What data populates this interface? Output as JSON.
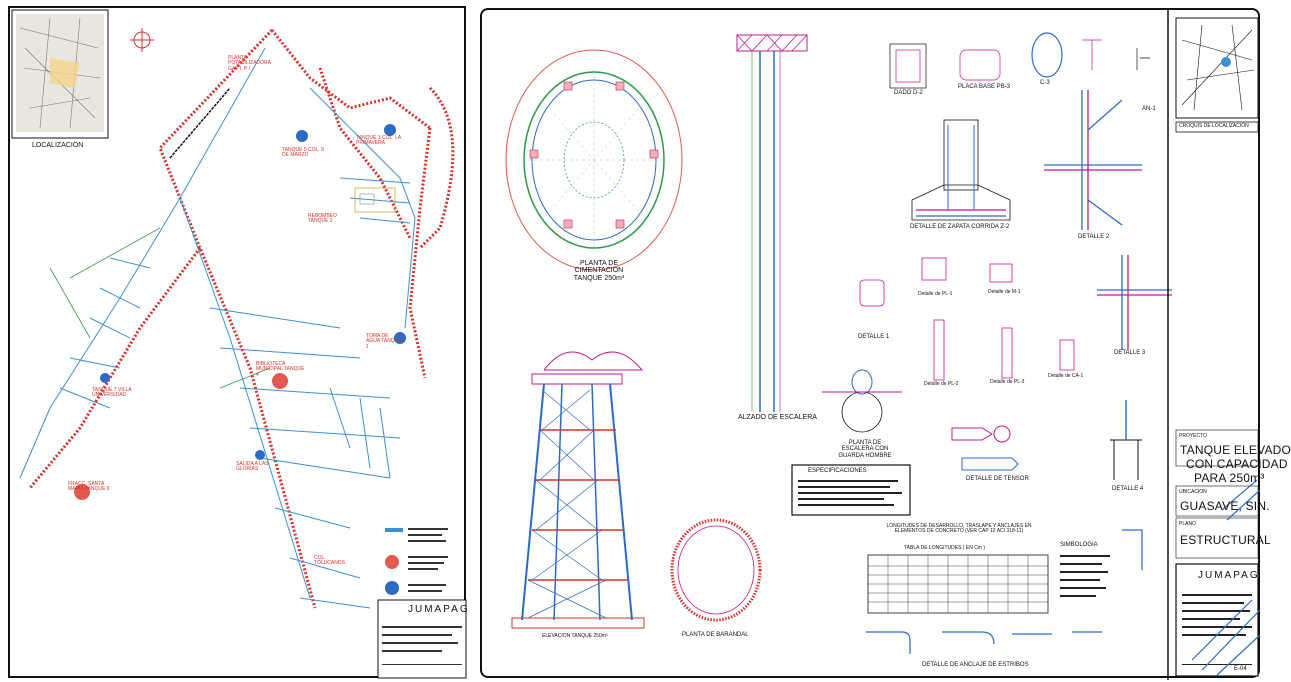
{
  "left_sheet": {
    "location_label": "LOCALIZACION",
    "brand": "JUMAPAG",
    "labels": [
      {
        "id": "planta",
        "text": "PLANTA POTABILIZADORA GAP I, P I"
      },
      {
        "id": "tanque5",
        "text": "TANQUE 5 COL. 8 DE MARZO"
      },
      {
        "id": "tanque3",
        "text": "TANQUE 3 COL. LA PRIMAVERA"
      },
      {
        "id": "rebombeo",
        "text": "REBOMBEO TANQUE 2"
      },
      {
        "id": "toma",
        "text": "TOMA DE AGUA TANQUE 1"
      },
      {
        "id": "biblioteca",
        "text": "BIBLIOTECA MUNICIPAL TANQUE 4"
      },
      {
        "id": "tanque7",
        "text": "TANQUE 7 VILLA UNIVERSIDAD"
      },
      {
        "id": "salida",
        "text": "SALIDA A LAS GLORIAS"
      },
      {
        "id": "fracc",
        "text": "FRACC. SANTA MARIA TANQUE 6"
      },
      {
        "id": "col",
        "text": "COL. TOLUCANOS"
      }
    ]
  },
  "right_sheet": {
    "drawing_labels": [
      {
        "id": "planta-cimentacion",
        "text": "PLANTA DE CIMENTACION TANQUE 250m³"
      },
      {
        "id": "alzado-escalera",
        "text": "ALZADO DE ESCALERA"
      },
      {
        "id": "dado",
        "text": "DADO D-2"
      },
      {
        "id": "placa-base",
        "text": "PLACA BASE PB-3"
      },
      {
        "id": "c3",
        "text": "C-3"
      },
      {
        "id": "an1",
        "text": "AN-1"
      },
      {
        "id": "detalle-zapata",
        "text": "DETALLE DE ZAPATA CORRIDA Z-2"
      },
      {
        "id": "detalle2",
        "text": "DETALLE 2"
      },
      {
        "id": "detalle1",
        "text": "DETALLE 1"
      },
      {
        "id": "pl1",
        "text": "Detalle de PL-1"
      },
      {
        "id": "m1",
        "text": "Detalle de M-1"
      },
      {
        "id": "detalle3",
        "text": "DETALLE 3"
      },
      {
        "id": "pl2",
        "text": "Detalle de PL-2"
      },
      {
        "id": "pl3",
        "text": "Detalle de PL-3"
      },
      {
        "id": "ca1",
        "text": "Detalle de CA-1"
      },
      {
        "id": "planta-escalera",
        "text": "PLANTA DE ESCALERA CON GUARDA HOMBRE"
      },
      {
        "id": "detalle-tensor",
        "text": "DETALLE DE TENSOR"
      },
      {
        "id": "detalle4",
        "text": "DETALLE 4"
      },
      {
        "id": "especificaciones",
        "text": "ESPECIFICACIONES"
      },
      {
        "id": "longitudes",
        "text": "LONGITUDES DE DESARROLLO, TRASLAPE Y ANCLAJES EN ELEMENTOS DE CONCRETO (VER CAP 12 ACI 318-11)"
      },
      {
        "id": "tabla",
        "text": "TABLA DE LONGITUDES ( EN Cm )"
      },
      {
        "id": "simbologia",
        "text": "SIMBOLOGIA"
      },
      {
        "id": "elevacion",
        "text": "ELEVACION TANQUE 250m³"
      },
      {
        "id": "planta-barandal",
        "text": "PLANTA DE BARANDAL"
      },
      {
        "id": "detalle-anclaje",
        "text": "DETALLE DE ANCLAJE DE ESTRIBOS"
      }
    ],
    "croquis_label": "CROQUIS DE LOCALIZACION",
    "title_block": {
      "proyecto_label": "PROYECTO",
      "project_title": [
        "TANQUE ELEVADO",
        "CON CAPACIDAD",
        "PARA 250m³"
      ],
      "ubicacion_label": "UBICACION",
      "location": "GUASAVE, SIN.",
      "plano_label": "PLANO",
      "plan_type": "ESTRUCTURAL",
      "brand": "JUMAPAG",
      "sheet_code": "E-04"
    }
  },
  "colors": {
    "pipe_red": "#d9302a",
    "pipe_blue": "#3c8fd6",
    "tank_blue": "#2c6bc4",
    "tank_red": "#e2594f",
    "ink": "#111111",
    "green": "#2f9a48",
    "magenta": "#c2188f"
  }
}
